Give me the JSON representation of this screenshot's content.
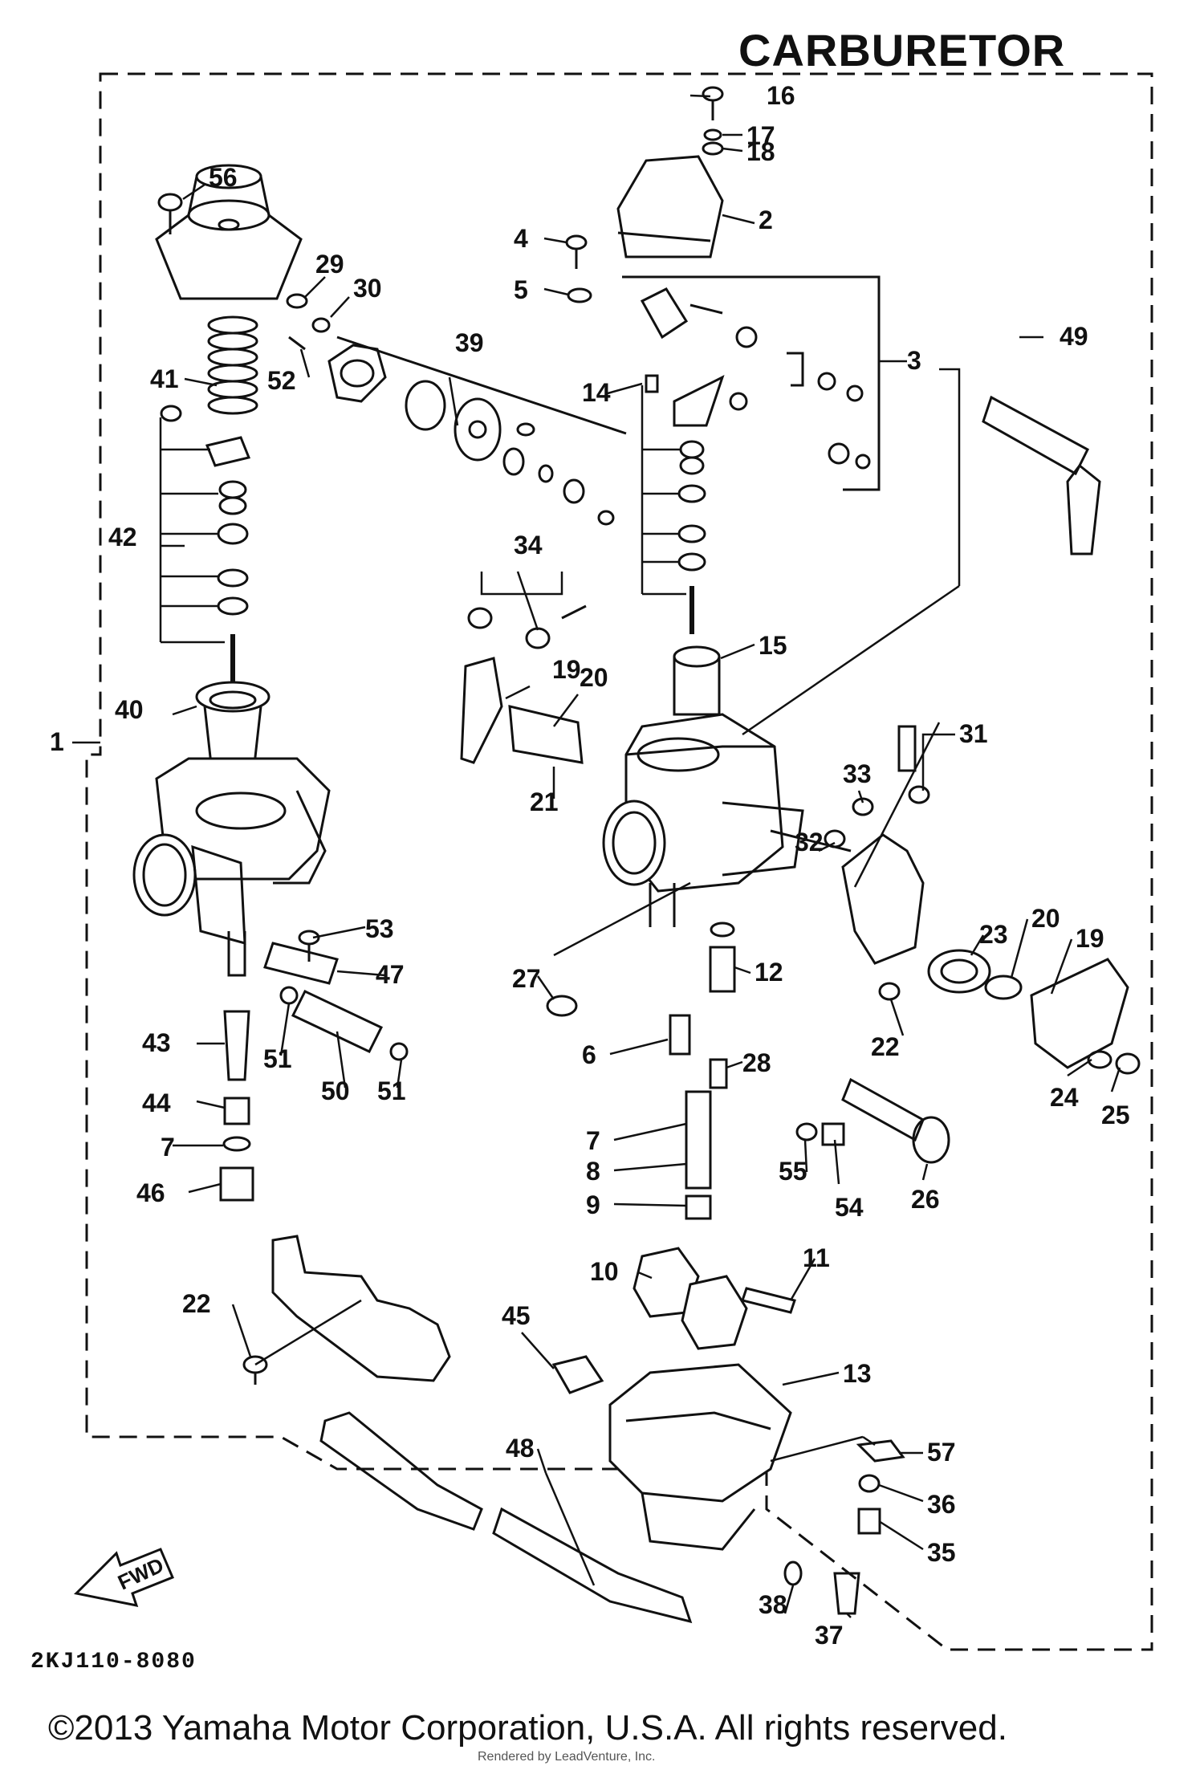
{
  "title": "CARBURETOR",
  "drawing_code": "2KJ110-8080",
  "copyright": "©2013 Yamaha Motor Corporation, U.S.A. All rights reserved.",
  "render_credit": "Rendered by LeadVenture, Inc.",
  "fwd_label": "FWD",
  "callouts": [
    {
      "id": "c1",
      "label": "1"
    },
    {
      "id": "c2",
      "label": "2"
    },
    {
      "id": "c3",
      "label": "3"
    },
    {
      "id": "c4",
      "label": "4"
    },
    {
      "id": "c5",
      "label": "5"
    },
    {
      "id": "c6",
      "label": "6"
    },
    {
      "id": "c7a",
      "label": "7"
    },
    {
      "id": "c7b",
      "label": "7"
    },
    {
      "id": "c8",
      "label": "8"
    },
    {
      "id": "c9",
      "label": "9"
    },
    {
      "id": "c10",
      "label": "10"
    },
    {
      "id": "c11",
      "label": "11"
    },
    {
      "id": "c12",
      "label": "12"
    },
    {
      "id": "c13",
      "label": "13"
    },
    {
      "id": "c14",
      "label": "14"
    },
    {
      "id": "c15",
      "label": "15"
    },
    {
      "id": "c16",
      "label": "16"
    },
    {
      "id": "c17",
      "label": "17"
    },
    {
      "id": "c18",
      "label": "18"
    },
    {
      "id": "c19a",
      "label": "19"
    },
    {
      "id": "c19b",
      "label": "19"
    },
    {
      "id": "c20a",
      "label": "20"
    },
    {
      "id": "c20b",
      "label": "20"
    },
    {
      "id": "c21",
      "label": "21"
    },
    {
      "id": "c22a",
      "label": "22"
    },
    {
      "id": "c22b",
      "label": "22"
    },
    {
      "id": "c23",
      "label": "23"
    },
    {
      "id": "c24",
      "label": "24"
    },
    {
      "id": "c25",
      "label": "25"
    },
    {
      "id": "c26",
      "label": "26"
    },
    {
      "id": "c27",
      "label": "27"
    },
    {
      "id": "c28",
      "label": "28"
    },
    {
      "id": "c29",
      "label": "29"
    },
    {
      "id": "c30",
      "label": "30"
    },
    {
      "id": "c31",
      "label": "31"
    },
    {
      "id": "c32",
      "label": "32"
    },
    {
      "id": "c33",
      "label": "33"
    },
    {
      "id": "c34",
      "label": "34"
    },
    {
      "id": "c35",
      "label": "35"
    },
    {
      "id": "c36",
      "label": "36"
    },
    {
      "id": "c37",
      "label": "37"
    },
    {
      "id": "c38",
      "label": "38"
    },
    {
      "id": "c39",
      "label": "39"
    },
    {
      "id": "c40",
      "label": "40"
    },
    {
      "id": "c41",
      "label": "41"
    },
    {
      "id": "c42",
      "label": "42"
    },
    {
      "id": "c43",
      "label": "43"
    },
    {
      "id": "c44",
      "label": "44"
    },
    {
      "id": "c45",
      "label": "45"
    },
    {
      "id": "c46",
      "label": "46"
    },
    {
      "id": "c47",
      "label": "47"
    },
    {
      "id": "c48",
      "label": "48"
    },
    {
      "id": "c49",
      "label": "49"
    },
    {
      "id": "c50",
      "label": "50"
    },
    {
      "id": "c51a",
      "label": "51"
    },
    {
      "id": "c51b",
      "label": "51"
    },
    {
      "id": "c52",
      "label": "52"
    },
    {
      "id": "c53",
      "label": "53"
    },
    {
      "id": "c54",
      "label": "54"
    },
    {
      "id": "c55",
      "label": "55"
    },
    {
      "id": "c56",
      "label": "56"
    },
    {
      "id": "c57",
      "label": "57"
    }
  ]
}
